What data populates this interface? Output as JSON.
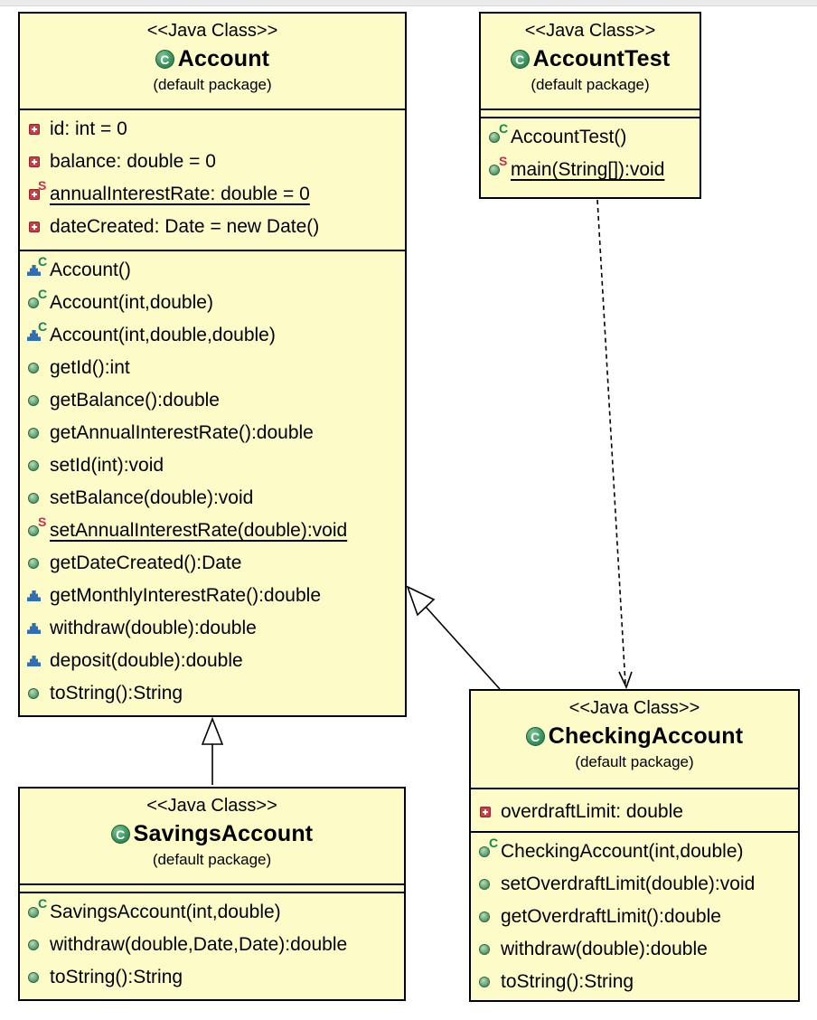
{
  "diagram": {
    "kind": "UML class diagram",
    "language_stereotype": "<<Java Class>>"
  },
  "colors": {
    "box_fill": "#fdfbc8",
    "box_border": "#000000",
    "class_icon_green": "#3c9661",
    "public_method_green": "#64a477",
    "private_field_red": "#cd3d45",
    "package_visibility_blue": "#2f6fb7",
    "constructor_badge_green": "#0e8a4d",
    "static_badge_red": "#d02b4c"
  },
  "icons": {
    "class_letter": "C",
    "class": "green-circle-C",
    "private-field": "red-square",
    "public-method": "green-circle",
    "package-method": "blue-pyramid",
    "constructor_badge": "C",
    "static_badge": "S"
  },
  "classes": [
    {
      "id": "account",
      "stereotype": "<<Java Class>>",
      "name": "Account",
      "package": "(default package)",
      "fields": [
        {
          "text": "id: int = 0",
          "icon": "private-field",
          "badge": "",
          "underline": false
        },
        {
          "text": "balance: double = 0",
          "icon": "private-field",
          "badge": "",
          "underline": false
        },
        {
          "text": "annualInterestRate: double = 0",
          "icon": "private-field",
          "badge": "S",
          "underline": true
        },
        {
          "text": "dateCreated: Date = new Date()",
          "icon": "private-field",
          "badge": "",
          "underline": false
        }
      ],
      "methods": [
        {
          "text": "Account()",
          "icon": "package-method",
          "badge": "C",
          "underline": false
        },
        {
          "text": "Account(int,double)",
          "icon": "public-method",
          "badge": "C",
          "underline": false
        },
        {
          "text": "Account(int,double,double)",
          "icon": "package-method",
          "badge": "C",
          "underline": false
        },
        {
          "text": "getId():int",
          "icon": "public-method",
          "badge": "",
          "underline": false
        },
        {
          "text": "getBalance():double",
          "icon": "public-method",
          "badge": "",
          "underline": false
        },
        {
          "text": "getAnnualInterestRate():double",
          "icon": "public-method",
          "badge": "",
          "underline": false
        },
        {
          "text": "setId(int):void",
          "icon": "public-method",
          "badge": "",
          "underline": false
        },
        {
          "text": "setBalance(double):void",
          "icon": "public-method",
          "badge": "",
          "underline": false
        },
        {
          "text": "setAnnualInterestRate(double):void",
          "icon": "public-method",
          "badge": "S",
          "underline": true
        },
        {
          "text": "getDateCreated():Date",
          "icon": "public-method",
          "badge": "",
          "underline": false
        },
        {
          "text": "getMonthlyInterestRate():double",
          "icon": "package-method",
          "badge": "",
          "underline": false
        },
        {
          "text": "withdraw(double):double",
          "icon": "package-method",
          "badge": "",
          "underline": false
        },
        {
          "text": "deposit(double):double",
          "icon": "package-method",
          "badge": "",
          "underline": false
        },
        {
          "text": "toString():String",
          "icon": "public-method",
          "badge": "",
          "underline": false
        }
      ]
    },
    {
      "id": "accounttest",
      "stereotype": "<<Java Class>>",
      "name": "AccountTest",
      "package": "(default package)",
      "fields": [],
      "methods": [
        {
          "text": "AccountTest()",
          "icon": "public-method",
          "badge": "C",
          "underline": false
        },
        {
          "text": "main(String[]):void",
          "icon": "public-method",
          "badge": "S",
          "underline": true
        }
      ]
    },
    {
      "id": "checkingaccount",
      "stereotype": "<<Java Class>>",
      "name": "CheckingAccount",
      "package": "(default package)",
      "fields": [
        {
          "text": "overdraftLimit: double",
          "icon": "private-field",
          "badge": "",
          "underline": false
        }
      ],
      "methods": [
        {
          "text": "CheckingAccount(int,double)",
          "icon": "public-method",
          "badge": "C",
          "underline": false
        },
        {
          "text": "setOverdraftLimit(double):void",
          "icon": "public-method",
          "badge": "",
          "underline": false
        },
        {
          "text": "getOverdraftLimit():double",
          "icon": "public-method",
          "badge": "",
          "underline": false
        },
        {
          "text": "withdraw(double):double",
          "icon": "public-method",
          "badge": "",
          "underline": false
        },
        {
          "text": "toString():String",
          "icon": "public-method",
          "badge": "",
          "underline": false
        }
      ]
    },
    {
      "id": "savingsaccount",
      "stereotype": "<<Java Class>>",
      "name": "SavingsAccount",
      "package": "(default package)",
      "fields": [],
      "methods": [
        {
          "text": "SavingsAccount(int,double)",
          "icon": "public-method",
          "badge": "C",
          "underline": false
        },
        {
          "text": "withdraw(double,Date,Date):double",
          "icon": "public-method",
          "badge": "",
          "underline": false
        },
        {
          "text": "toString():String",
          "icon": "public-method",
          "badge": "",
          "underline": false
        }
      ]
    }
  ],
  "relations": [
    {
      "type": "generalization",
      "from": "SavingsAccount",
      "to": "Account",
      "line": "solid",
      "arrowhead": "hollow-triangle"
    },
    {
      "type": "generalization",
      "from": "CheckingAccount",
      "to": "Account",
      "line": "solid",
      "arrowhead": "hollow-triangle"
    },
    {
      "type": "dependency",
      "from": "AccountTest",
      "to": "CheckingAccount",
      "line": "dashed",
      "arrowhead": "open"
    }
  ]
}
